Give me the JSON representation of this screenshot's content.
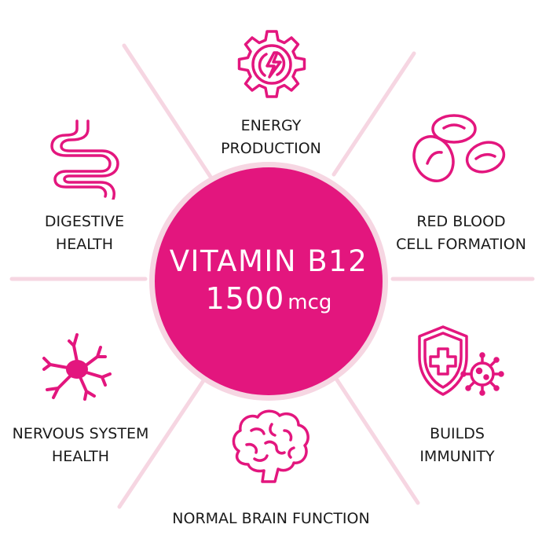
{
  "center": {
    "title": "VITAMIN B12",
    "dose": "1500",
    "unit": "mcg",
    "color": "#e3167e"
  },
  "ring_color": "#f6d6e2",
  "icon_color": "#e3167e",
  "benefits": [
    {
      "id": "energy",
      "lines": [
        "ENERGY",
        "PRODUCTION"
      ],
      "icon": "gear-lightning-icon"
    },
    {
      "id": "red-blood",
      "lines": [
        "RED BLOOD",
        "CELL FORMATION"
      ],
      "icon": "red-blood-cells-icon"
    },
    {
      "id": "immunity",
      "lines": [
        "BUILDS",
        "IMMUNITY"
      ],
      "icon": "shield-virus-icon"
    },
    {
      "id": "brain",
      "lines": [
        "NORMAL BRAIN FUNCTION"
      ],
      "icon": "brain-icon"
    },
    {
      "id": "nervous",
      "lines": [
        "NERVOUS SYSTEM",
        "HEALTH"
      ],
      "icon": "neuron-icon"
    },
    {
      "id": "digestive",
      "lines": [
        "DIGESTIVE",
        "HEALTH"
      ],
      "icon": "intestine-icon"
    }
  ]
}
